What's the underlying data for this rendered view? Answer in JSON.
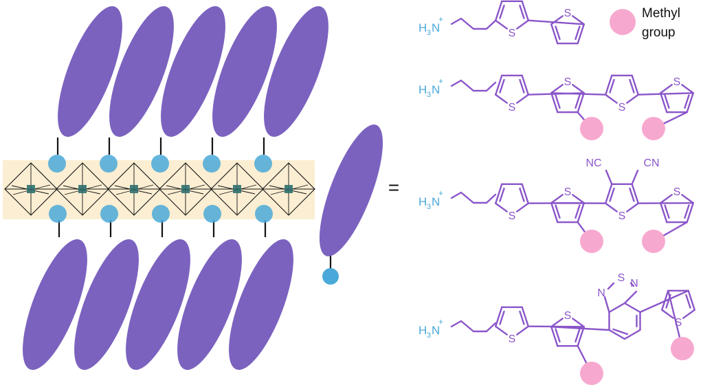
{
  "diagram": {
    "equals_sign": "=",
    "legend": {
      "label_line1": "Methyl",
      "label_line2": "group",
      "dot_color": "#f7a8cf"
    },
    "colors": {
      "ligand": "#7b62bf",
      "connector": "#4aa9d9",
      "inorganic_band": "#fbeed2",
      "molecule_bond": "#8a55c9",
      "amine": "#4aa9d9",
      "methyl": "#f7a8cf"
    },
    "molecules": [
      {
        "ammonium": "H",
        "ammonium_sub": "3",
        "ammonium_n": "N",
        "charge": "+",
        "sulfur": "S"
      },
      {
        "ammonium": "H",
        "ammonium_sub": "3",
        "ammonium_n": "N",
        "charge": "+",
        "sulfur": "S"
      },
      {
        "ammonium": "H",
        "ammonium_sub": "3",
        "ammonium_n": "N",
        "charge": "+",
        "sulfur": "S",
        "cyano_left": "NC",
        "cyano_right": "CN"
      },
      {
        "ammonium": "H",
        "ammonium_sub": "3",
        "ammonium_n": "N",
        "charge": "+",
        "sulfur": "S",
        "bt_n_left": "N",
        "bt_n_right": "N",
        "bt_s": "S"
      }
    ]
  }
}
